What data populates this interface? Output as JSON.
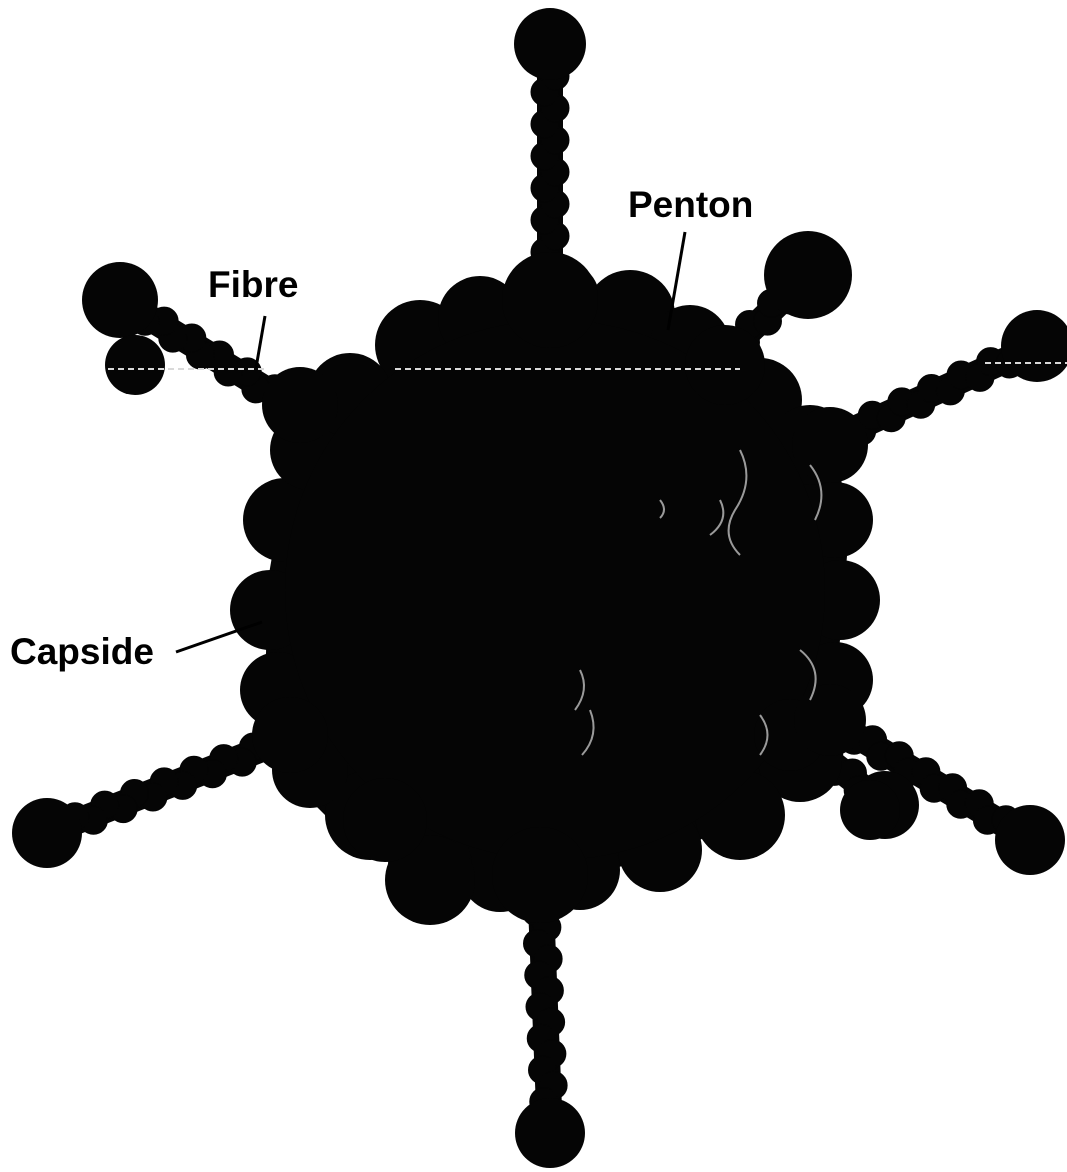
{
  "labels": {
    "fibre": "Fibre",
    "penton": "Penton",
    "capside": "Capside"
  },
  "colors": {
    "virus_body": "#050505",
    "background": "#ffffff",
    "scan_line": "#d9d9d9"
  }
}
